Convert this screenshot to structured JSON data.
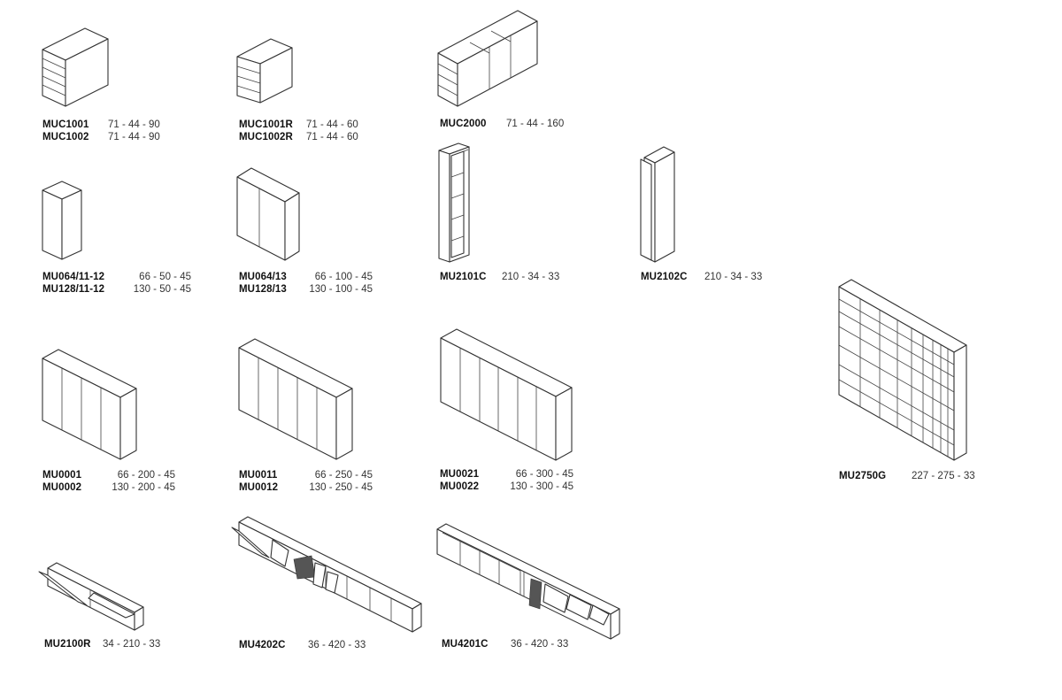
{
  "items": [
    {
      "key": "muc1001",
      "rows": [
        {
          "code": "MUC1001",
          "dims": "71 - 44 - 90"
        },
        {
          "code": "MUC1002",
          "dims": "71 - 44 - 90"
        }
      ]
    },
    {
      "key": "muc1001r",
      "rows": [
        {
          "code": "MUC1001R",
          "dims": "71 - 44 - 60"
        },
        {
          "code": "MUC1002R",
          "dims": "71 - 44 - 60"
        }
      ]
    },
    {
      "key": "muc2000",
      "rows": [
        {
          "code": "MUC2000",
          "dims": "71 - 44 - 160"
        }
      ]
    },
    {
      "key": "mu064-11",
      "rows": [
        {
          "code": "MU064/11-12",
          "dims": "66 - 50 - 45"
        },
        {
          "code": "MU128/11-12",
          "dims": "130 - 50 - 45"
        }
      ]
    },
    {
      "key": "mu064-13",
      "rows": [
        {
          "code": "MU064/13",
          "dims": "66 - 100 - 45"
        },
        {
          "code": "MU128/13",
          "dims": "130 - 100 - 45"
        }
      ]
    },
    {
      "key": "mu2101c",
      "rows": [
        {
          "code": "MU2101C",
          "dims": "210 - 34 - 33"
        }
      ]
    },
    {
      "key": "mu2102c",
      "rows": [
        {
          "code": "MU2102C",
          "dims": "210 - 34 - 33"
        }
      ]
    },
    {
      "key": "mu0001",
      "rows": [
        {
          "code": "MU0001",
          "dims": "66 - 200 - 45"
        },
        {
          "code": "MU0002",
          "dims": "130 - 200 - 45"
        }
      ]
    },
    {
      "key": "mu0011",
      "rows": [
        {
          "code": "MU0011",
          "dims": "66 - 250 - 45"
        },
        {
          "code": "MU0012",
          "dims": "130 - 250 - 45"
        }
      ]
    },
    {
      "key": "mu0021",
      "rows": [
        {
          "code": "MU0021",
          "dims": "66 - 300 - 45"
        },
        {
          "code": "MU0022",
          "dims": "130 - 300 - 45"
        }
      ]
    },
    {
      "key": "mu2750g",
      "rows": [
        {
          "code": "MU2750G",
          "dims": "227 - 275 - 33"
        }
      ]
    },
    {
      "key": "mu2100r",
      "rows": [
        {
          "code": "MU2100R",
          "dims": "34 - 210 - 33"
        }
      ]
    },
    {
      "key": "mu4202c",
      "rows": [
        {
          "code": "MU4202C",
          "dims": "36 - 420 - 33"
        }
      ]
    },
    {
      "key": "mu4201c",
      "rows": [
        {
          "code": "MU4201C",
          "dims": "36 - 420 - 33"
        }
      ]
    }
  ]
}
